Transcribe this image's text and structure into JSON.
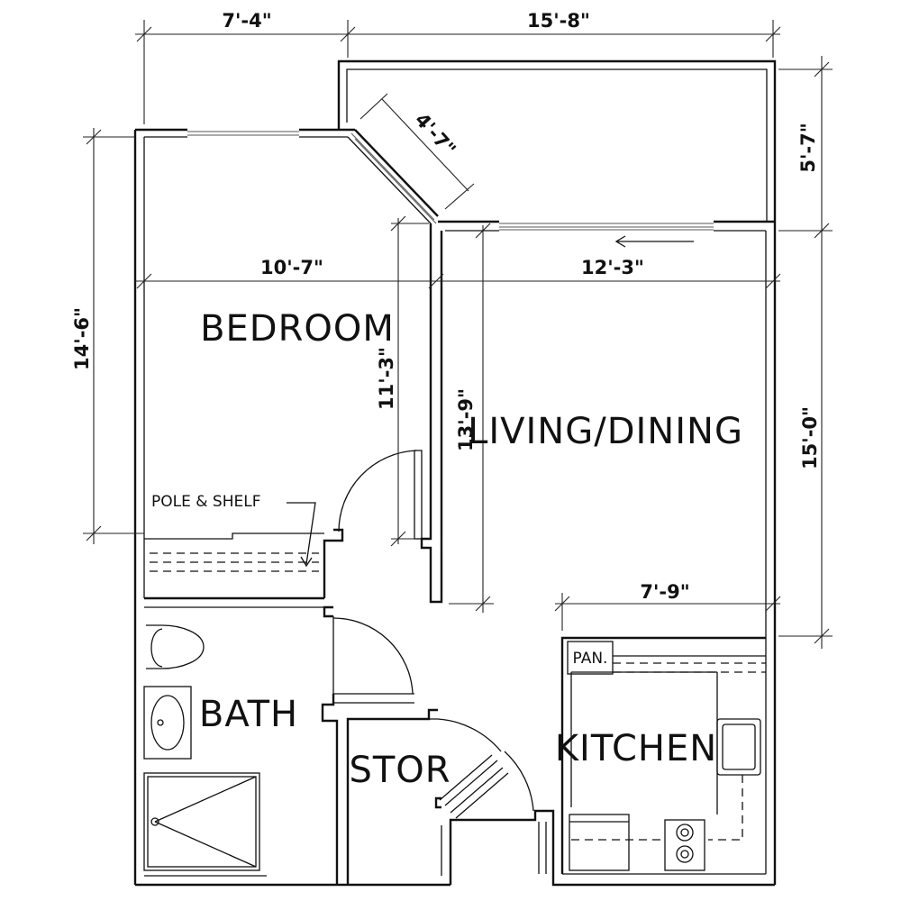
{
  "rooms": {
    "bedroom": "BEDROOM",
    "living_dining": "LIVING/DINING",
    "bath": "BATH",
    "stor": "STOR",
    "kitchen": "KITCHEN"
  },
  "notes": {
    "pole_shelf": "POLE & SHELF",
    "pantry": "PAN."
  },
  "dimensions": {
    "top_left": "7'-4\"",
    "top_right": "15'-8\"",
    "diagonal": "4'-7\"",
    "balcony_depth": "5'-7\"",
    "bedroom_width": "10'-7\"",
    "living_width": "12'-3\"",
    "left_height": "14'-6\"",
    "bedroom_depth": "11'-3\"",
    "living_depth": "13'-9\"",
    "right_height": "15'-0\"",
    "kitchen_width": "7'-9\""
  }
}
